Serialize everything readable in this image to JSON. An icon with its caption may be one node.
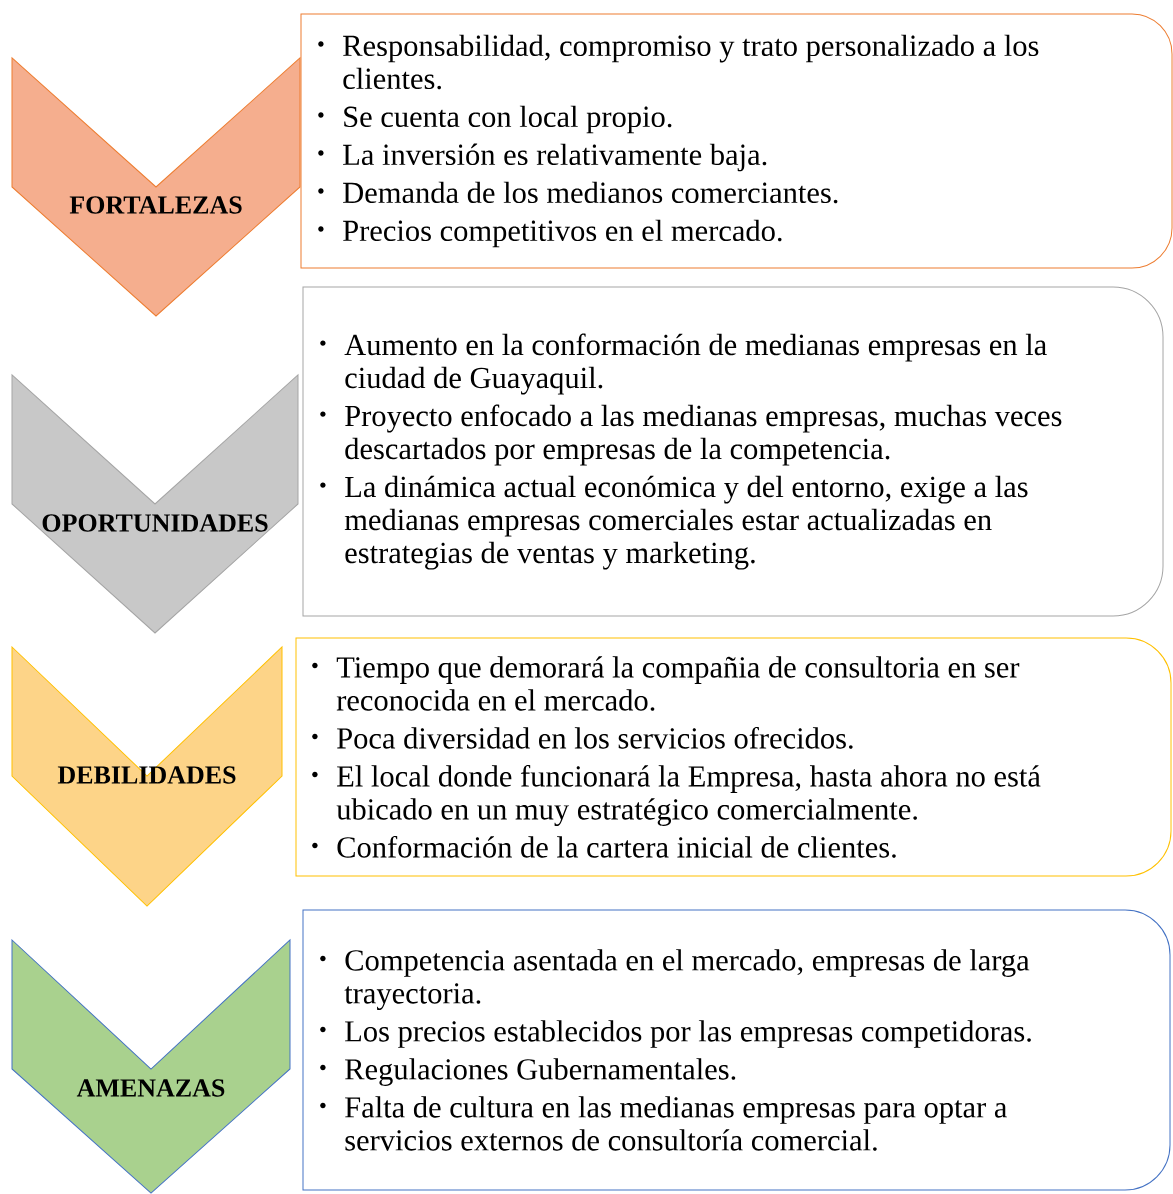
{
  "diagram": {
    "nodes": [
      {
        "text": [
          "FORTALEZAS"
        ]
      },
      {
        "text": [
          "Responsabilidad, compromiso y trato personalizado a los clientes.",
          "Se cuenta con local propio.",
          "La inversión es relativamente baja.",
          "Demanda de los medianos comerciantes.",
          "Precios competitivos en el mercado."
        ]
      },
      {
        "text": [
          "OPORTUNIDADES"
        ]
      },
      {
        "text": [
          "Aumento en la conformación de medianas empresas en la ciudad de Guayaquil.",
          "Proyecto enfocado a las medianas empresas, muchas veces descartados por empresas de la competencia.",
          "La dinámica actual económica y del entorno, exige a las medianas empresas comerciales estar actualizadas en estrategias de ventas y marketing."
        ]
      },
      {
        "text": [
          "DEBILIDADES"
        ]
      },
      {
        "text": [
          "Tiempo que demorará la compañia de consultoria en ser reconocida en el mercado.",
          "Poca diversidad en los servicios ofrecidos.",
          "El local donde funcionará la Empresa, hasta ahora no está ubicado en un muy estratégico comercialmente.",
          "Conformación de la cartera inicial de clientes."
        ]
      },
      {
        "text": [
          "AMENAZAS"
        ]
      },
      {
        "text": [
          "Competencia asentada en el mercado, empresas de larga trayectoria.",
          "Los precios establecidos por las empresas competidoras.",
          "Regulaciones Gubernamentales.",
          "Falta de cultura en las medianas empresas para optar a servicios externos de consultoría comercial."
        ]
      }
    ]
  }
}
